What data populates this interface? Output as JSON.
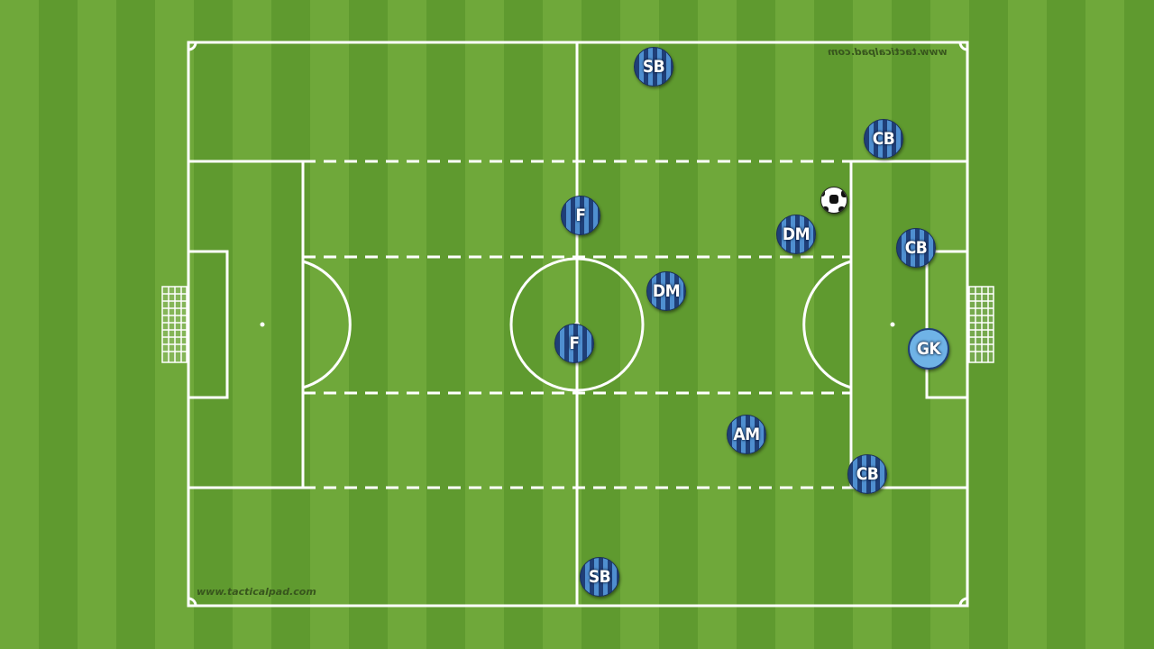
{
  "watermarks": {
    "bottom": "www.tacticalpad.com",
    "top_mirrored": "www.tacticalpad.com"
  },
  "colors": {
    "grass_light": "#6fa83a",
    "grass_dark": "#5f9a2f",
    "lines": "#ffffff",
    "kit_dark_blue": "#1f3f78",
    "kit_light_blue": "#4f8fd0",
    "keeper_kit": "#6fb3e6"
  },
  "players": [
    {
      "id": "sb-top",
      "label": "SB",
      "role": "outfield"
    },
    {
      "id": "cb-top",
      "label": "CB",
      "role": "outfield"
    },
    {
      "id": "f-upper",
      "label": "F",
      "role": "outfield"
    },
    {
      "id": "dm-right",
      "label": "DM",
      "role": "outfield"
    },
    {
      "id": "cb-mid",
      "label": "CB",
      "role": "outfield"
    },
    {
      "id": "dm-center",
      "label": "DM",
      "role": "outfield"
    },
    {
      "id": "f-center",
      "label": "F",
      "role": "outfield"
    },
    {
      "id": "gk",
      "label": "GK",
      "role": "keeper"
    },
    {
      "id": "am",
      "label": "AM",
      "role": "outfield"
    },
    {
      "id": "cb-bottom",
      "label": "CB",
      "role": "outfield"
    },
    {
      "id": "sb-bottom",
      "label": "SB",
      "role": "outfield"
    }
  ],
  "ball": {
    "icon": "soccer-ball-icon"
  }
}
